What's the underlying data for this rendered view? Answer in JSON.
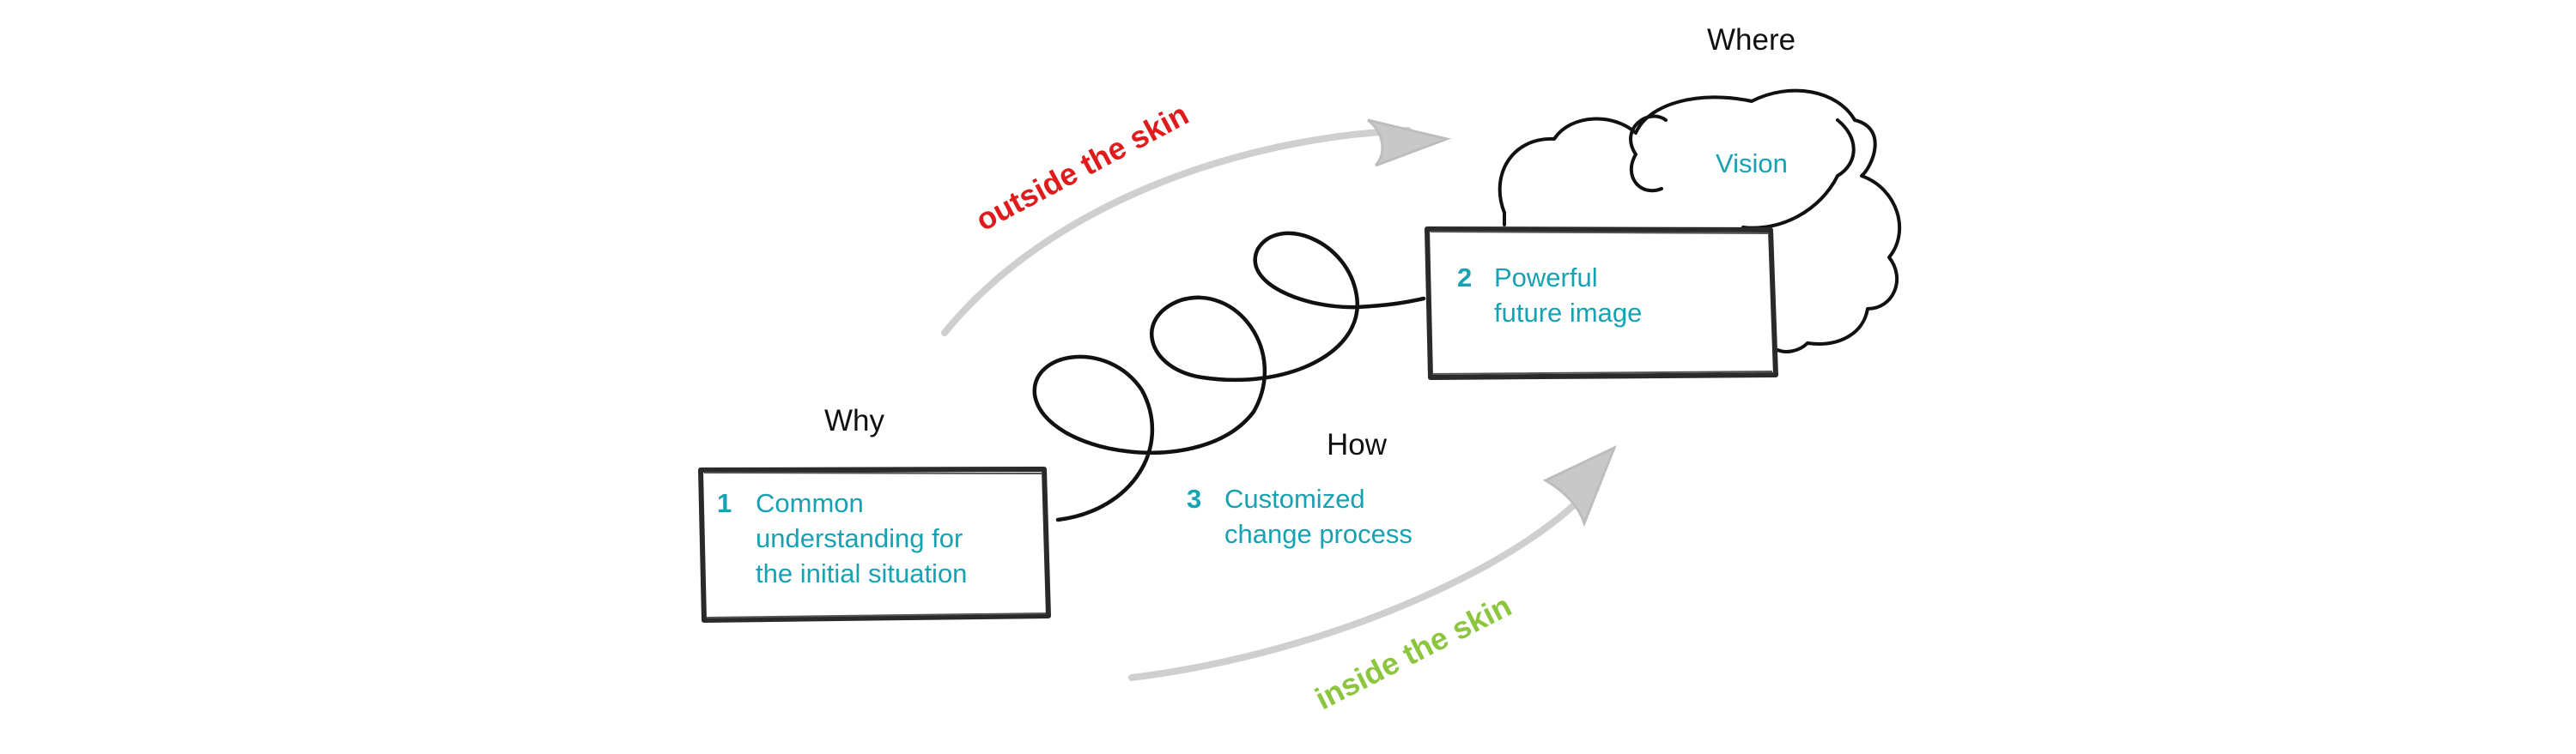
{
  "labels": {
    "why": "Why",
    "how": "How",
    "where": "Where",
    "outside": "outside the skin",
    "inside": "inside the skin",
    "vision": "Vision"
  },
  "steps": [
    {
      "num": "1",
      "lines": [
        "Common",
        "understanding for",
        "the initial situation"
      ]
    },
    {
      "num": "2",
      "lines": [
        "Powerful",
        "future image"
      ]
    },
    {
      "num": "3",
      "lines": [
        "Customized",
        "change process"
      ]
    }
  ],
  "colors": {
    "teal": "#17a2b4",
    "red": "#e01b1b",
    "green": "#8cc63f",
    "ink": "#111111",
    "arrow_gray": "#cccccc"
  }
}
